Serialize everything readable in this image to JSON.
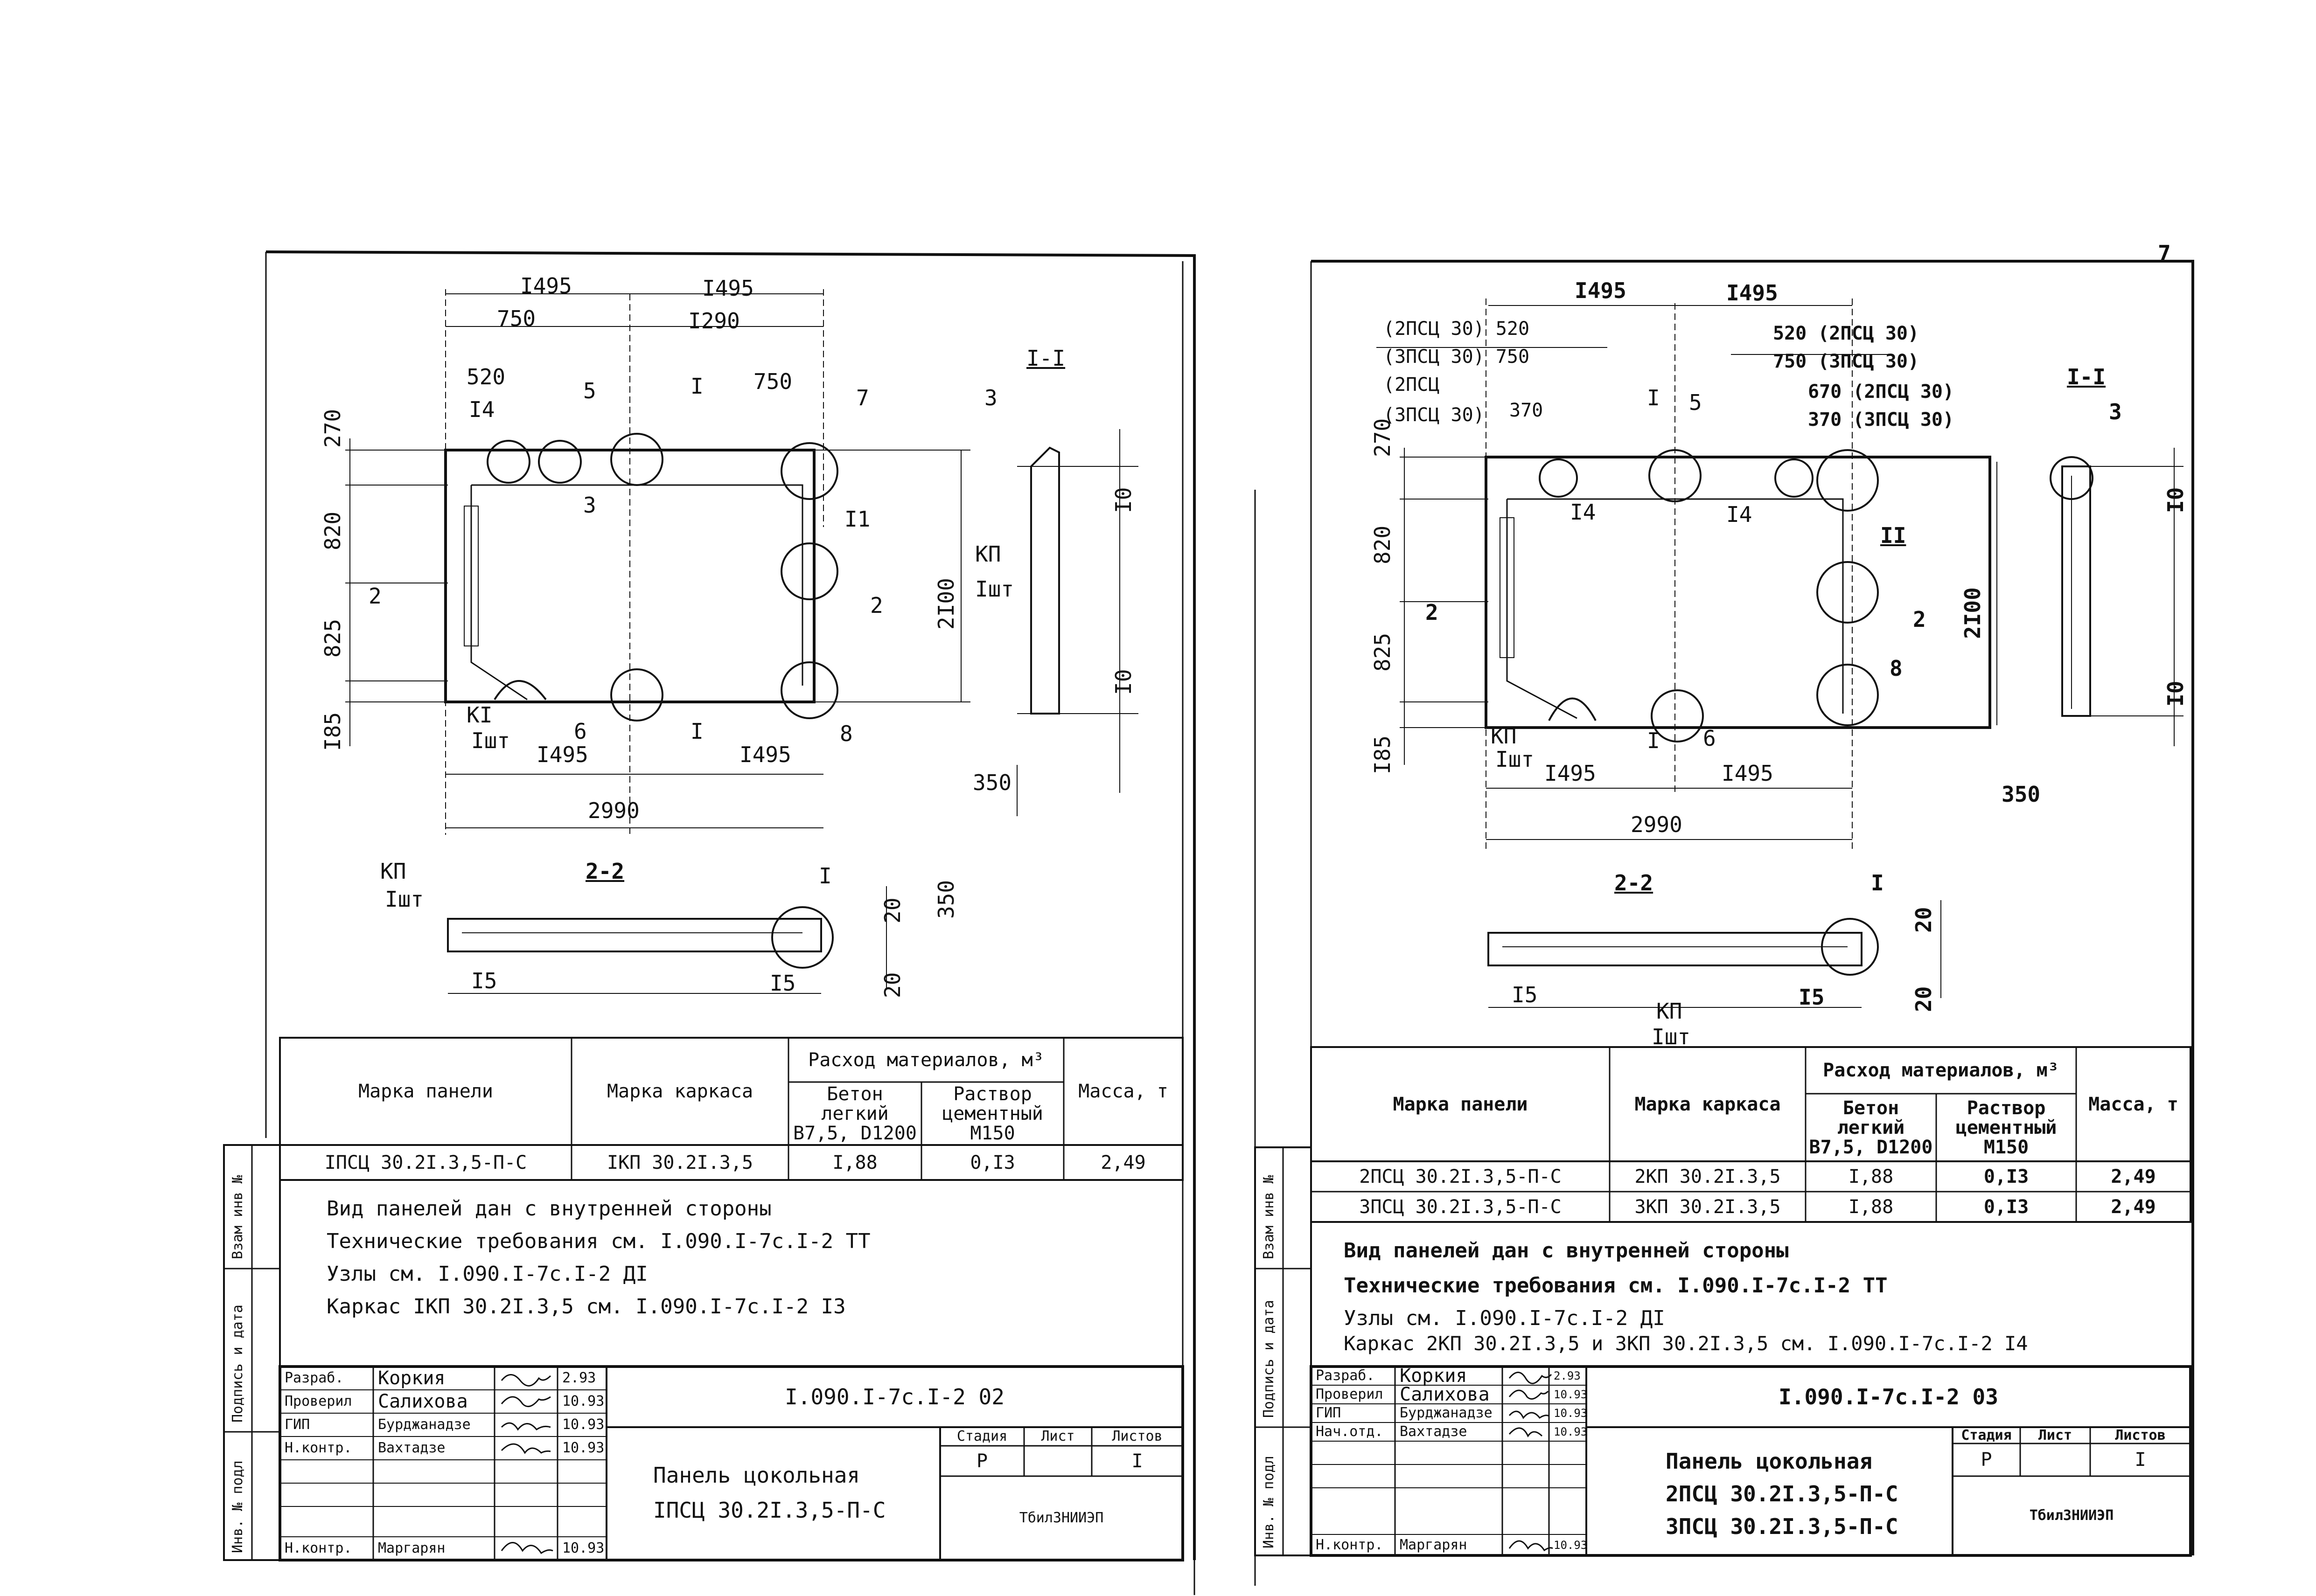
{
  "page_number": "7",
  "sheets": [
    {
      "id": "02",
      "dims": {
        "top_1495_a": "I495",
        "top_1495_b": "I495",
        "d750": "750",
        "d1290": "I290",
        "d520": "520",
        "d750b": "750",
        "d270": "270",
        "d820": "820",
        "d825": "825",
        "d185": "I85",
        "d2100": "2I00",
        "d2990": "2990",
        "bot_1495_a": "I495",
        "bot_1495_b": "I495",
        "d10a": "I0",
        "d10b": "I0",
        "d350": "350",
        "d15a": "I5",
        "d15b": "I5",
        "d20a": "20",
        "d20b": "20",
        "d350b": "350"
      },
      "labels": {
        "n14": "I4",
        "n5": "5",
        "n7": "7",
        "n3": "3",
        "n11": "I1",
        "n6": "6",
        "n8": "8",
        "kp": "КП",
        "kp_qty": "Iшт",
        "kp2": "КI",
        "kp2_qty": "Iшт",
        "kp3": "КП",
        "kp3_qty": "Iшт",
        "sec_i": "I",
        "sec_i2": "I",
        "sec_2a": "2",
        "sec_2b": "2",
        "sec_11": "I-I",
        "sec_11_n3": "3",
        "sec_22": "2-2",
        "sec_22_n1": "I"
      },
      "table": {
        "h_panel": "Марка панели",
        "h_frame": "Марка каркаса",
        "h_mat": "Расход материалов, м³",
        "h_concrete": "Бетон легкий В7,5, D1200",
        "h_mortar": "Раствор цементный М150",
        "h_mass": "Масса, т",
        "rows": [
          {
            "panel": "IПСЦ 30.2I.3,5-П-С",
            "frame": "IКП 30.2I.3,5",
            "concrete": "I,88",
            "mortar": "0,I3",
            "mass": "2,49"
          }
        ]
      },
      "notes": [
        "Вид панелей дан с внутренней стороны",
        "Технические требования см. I.090.I-7с.I-2 ТТ",
        "Узлы см.    I.090.I-7с.I-2 ДI",
        "Каркас IКП 30.2I.3,5 см. I.090.I-7с.I-2 I3"
      ],
      "side_labels": [
        "Взам инв №",
        "Подпись и дата",
        "Инв. № подл"
      ],
      "title_block": {
        "roles": [
          "Разраб.",
          "Проверил",
          "ГИП",
          "Н.контр.",
          "",
          "",
          "Н.контр."
        ],
        "names": [
          "Коркия",
          "Салихова",
          "Бурджанадзе",
          "Вахтадзе",
          "",
          "",
          "Маргарян"
        ],
        "dates": [
          "2.93",
          "10.93",
          "10.93",
          "10.93",
          "",
          "",
          "10.93"
        ],
        "code": "I.090.I-7с.I-2 02",
        "title_1": "Панель цокольная",
        "title_2": "IПСЦ 30.2I.3,5-П-С",
        "h_stage": "Стадия",
        "h_sheet": "Лист",
        "h_sheets": "Листов",
        "stage": "Р",
        "sheet": "",
        "sheets": "I",
        "org": "ТбилЗНИИЭП"
      }
    },
    {
      "id": "03",
      "dims": {
        "top_1495_a": "I495",
        "top_1495_b": "I495",
        "l1": "(2ПСЦ 30) 520",
        "l2": "(3ПСЦ 30) 750",
        "l3": "(2ПСЦ ",
        "l4": "(3ПСЦ 30)",
        "l5": "370",
        "r1": "520 (2ПСЦ 30)",
        "r2": "750 (3ПСЦ 30)",
        "r3": "670 (2ПСЦ 30)",
        "r4": "370 (3ПСЦ 30)",
        "d270": "270",
        "d820": "820",
        "d825": "825",
        "d185": "I85",
        "d2100": "2I00",
        "d2990": "2990",
        "bot_1495_a": "I495",
        "bot_1495_b": "I495",
        "d10a": "I0",
        "d10b": "I0",
        "d350": "350",
        "d15a": "I5",
        "d15b": "I5",
        "d20a": "20",
        "d20b": "20"
      },
      "labels": {
        "n14a": "I4",
        "n14b": "I4",
        "n5": "5",
        "n11": "II",
        "n8": "8",
        "n6": "6",
        "kp": "КП",
        "kp_qty": "Iшт",
        "kp3": "КП",
        "kp3_qty": "Iшт",
        "sec_i": "I",
        "sec_i2": "I",
        "sec_2a": "2",
        "sec_2b": "2",
        "sec_11": "I-I",
        "sec_11_n3": "3",
        "sec_22": "2-2",
        "sec_22_n1": "I"
      },
      "table": {
        "h_panel": "Марка панели",
        "h_frame": "Марка каркаса",
        "h_mat": "Расход материалов, м³",
        "h_concrete": "Бетон легкий В7,5, D1200",
        "h_mortar": "Раствор цементный М150",
        "h_mass": "Масса, т",
        "rows": [
          {
            "panel": "2ПСЦ 30.2I.3,5-П-С",
            "frame": "2КП 30.2I.3,5",
            "concrete": "I,88",
            "mortar": "0,I3",
            "mass": "2,49"
          },
          {
            "panel": "3ПСЦ 30.2I.3,5-П-С",
            "frame": "3КП 30.2I.3,5",
            "concrete": "I,88",
            "mortar": "0,I3",
            "mass": "2,49"
          }
        ]
      },
      "notes": [
        "Вид панелей дан с внутренней стороны",
        "Технические требования см. I.090.I-7с.I-2 ТТ",
        "Узлы см.  I.090.I-7с.I-2 ДI",
        "Каркас 2КП 30.2I.3,5 и 3КП 30.2I.3,5 см. I.090.I-7с.I-2 I4"
      ],
      "side_labels": [
        "Взам инв №",
        "Подпись и дата",
        "Инв. № подл"
      ],
      "title_block": {
        "roles": [
          "Разраб.",
          "Проверил",
          "ГИП",
          "Нач.отд.",
          "",
          "",
          "Н.контр."
        ],
        "names": [
          "Коркия",
          "Салихова",
          "Бурджанадзе",
          "Вахтадзе",
          "",
          "",
          "Маргарян"
        ],
        "dates": [
          "2.93",
          "10.93",
          "10.93",
          "10.93",
          "",
          "",
          "10.93"
        ],
        "code": "I.090.I-7с.I-2 03",
        "title_1": "Панель цокольная",
        "title_2": "2ПСЦ 30.2I.3,5-П-С",
        "title_3": "3ПСЦ 30.2I.3,5-П-С",
        "h_stage": "Стадия",
        "h_sheet": "Лист",
        "h_sheets": "Листов",
        "stage": "Р",
        "sheet": "",
        "sheets": "I",
        "org": "ТбилЗНИИЭП"
      }
    }
  ]
}
